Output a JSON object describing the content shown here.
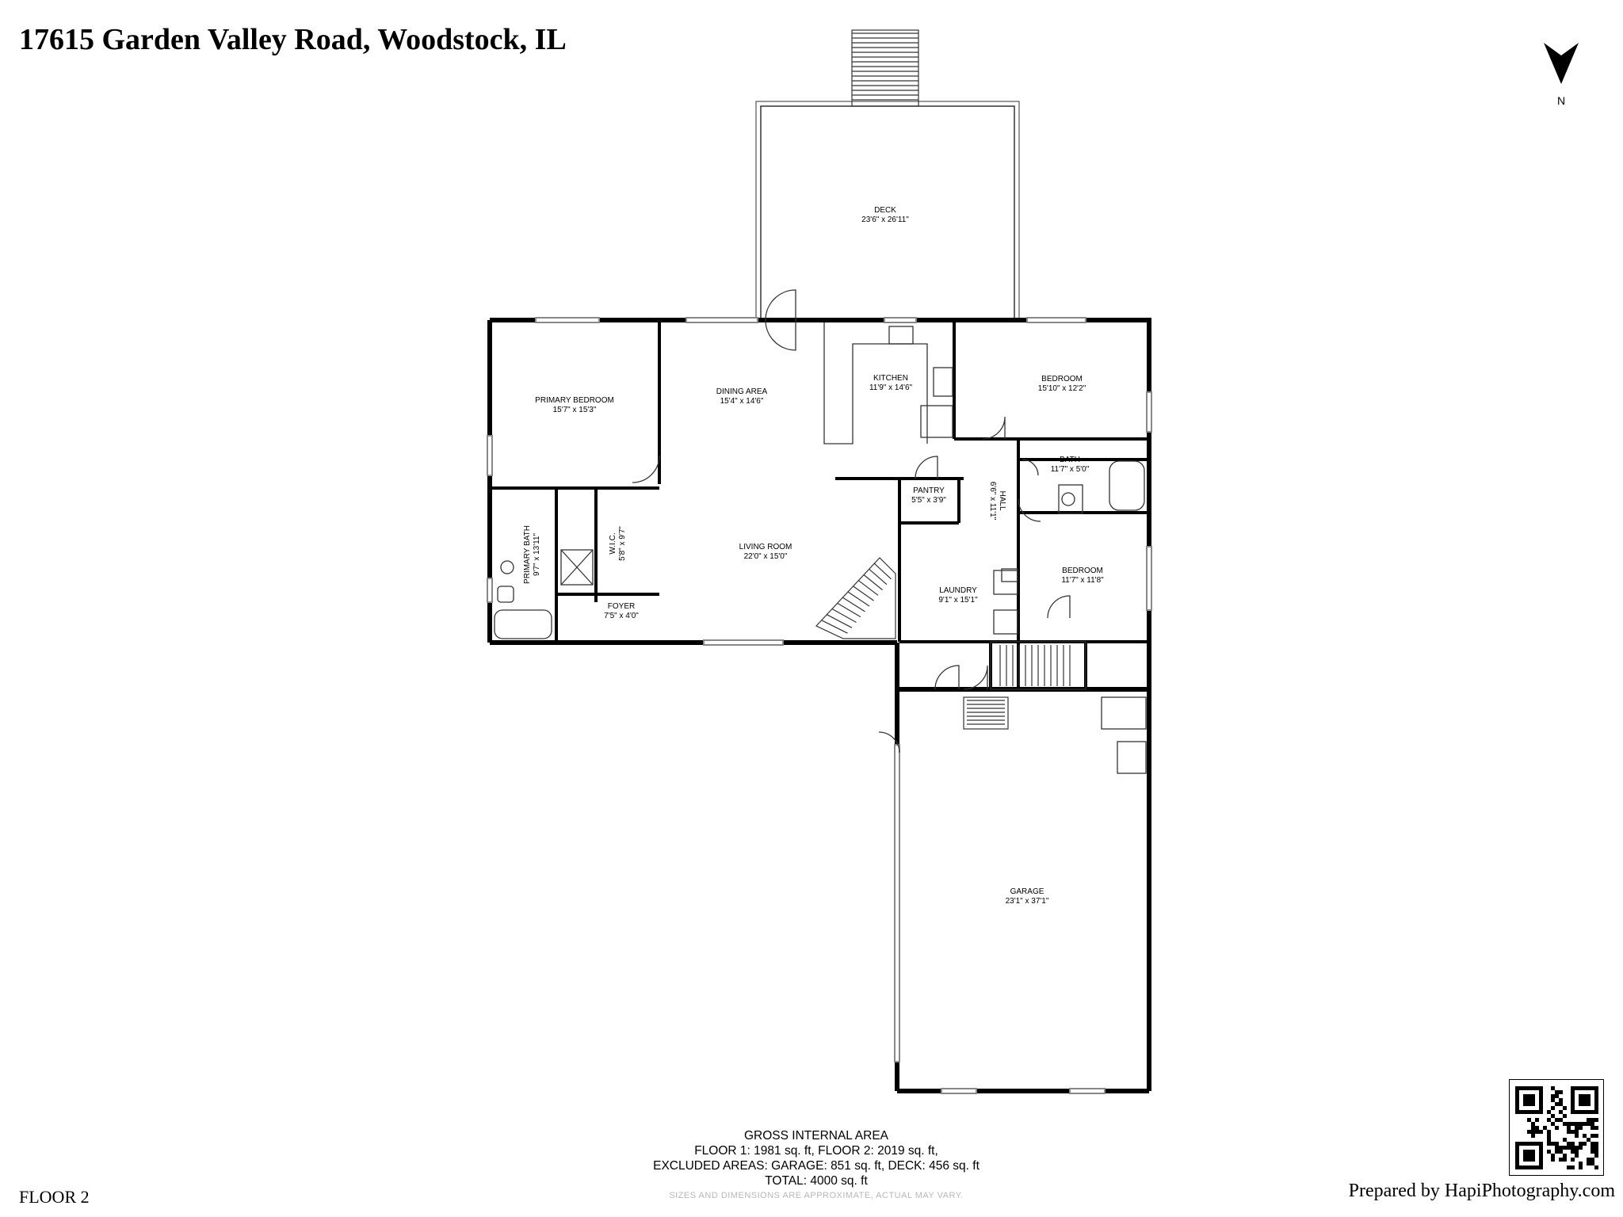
{
  "title": "17615 Garden Valley Road, Woodstock, IL",
  "compass": {
    "label": "N",
    "icon": "north-arrow-icon"
  },
  "rooms": [
    {
      "id": "deck",
      "name": "DECK",
      "dims": "23'6\" x 26'11\""
    },
    {
      "id": "primary-bedroom",
      "name": "PRIMARY BEDROOM",
      "dims": "15'7\" x 15'3\""
    },
    {
      "id": "dining-area",
      "name": "DINING AREA",
      "dims": "15'4\" x 14'6\""
    },
    {
      "id": "kitchen",
      "name": "KITCHEN",
      "dims": "11'9\" x 14'6\""
    },
    {
      "id": "bedroom-1",
      "name": "BEDROOM",
      "dims": "15'10\" x 12'2\""
    },
    {
      "id": "bath",
      "name": "BATH",
      "dims": "11'7\" x 5'0\""
    },
    {
      "id": "pantry",
      "name": "PANTRY",
      "dims": "5'5\" x 3'9\""
    },
    {
      "id": "hall",
      "name": "HALL",
      "dims": "6'6\" x 11'1\""
    },
    {
      "id": "primary-bath",
      "name": "PRIMARY BATH",
      "dims": "9'7\" x 13'11\""
    },
    {
      "id": "wic",
      "name": "W.I.C.",
      "dims": "5'8\" x 9'7\""
    },
    {
      "id": "living-room",
      "name": "LIVING ROOM",
      "dims": "22'0\" x 15'0\""
    },
    {
      "id": "laundry",
      "name": "LAUNDRY",
      "dims": "9'1\" x 15'1\""
    },
    {
      "id": "bedroom-2",
      "name": "BEDROOM",
      "dims": "11'7\" x 11'8\""
    },
    {
      "id": "foyer",
      "name": "FOYER",
      "dims": "7'5\" x 4'0\""
    },
    {
      "id": "garage",
      "name": "GARAGE",
      "dims": "23'1\" x 37'1\""
    }
  ],
  "gross_internal_area": {
    "heading": "GROSS INTERNAL AREA",
    "line1": "FLOOR 1: 1981 sq. ft, FLOOR 2: 2019 sq. ft,",
    "line2": "EXCLUDED AREAS: GARAGE: 851 sq. ft, DECK: 456 sq. ft",
    "line3": "TOTAL: 4000 sq. ft",
    "disclaimer": "SIZES AND DIMENSIONS ARE APPROXIMATE, ACTUAL MAY VARY."
  },
  "floor_label": "FLOOR 2",
  "prepared_by": "Prepared by HapiPhotography.com",
  "qr_icon": "qr-code-icon"
}
